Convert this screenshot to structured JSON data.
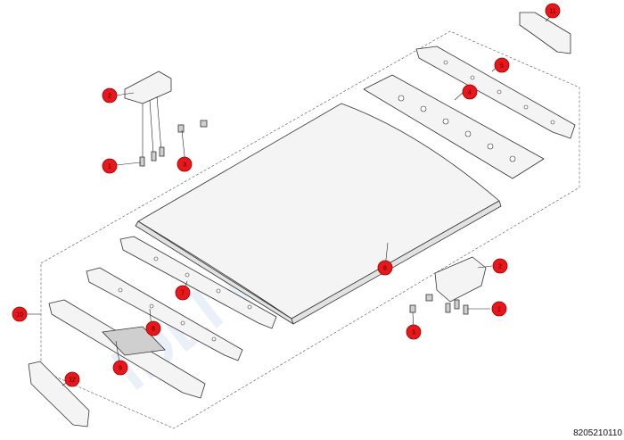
{
  "watermark": "IDLI PARTS",
  "reference_code": "8205210110",
  "callouts": [
    {
      "label": "1"
    },
    {
      "label": "2"
    },
    {
      "label": "3"
    },
    {
      "label": "4"
    },
    {
      "label": "5"
    },
    {
      "label": "6"
    },
    {
      "label": "7"
    },
    {
      "label": "8"
    },
    {
      "label": "9"
    },
    {
      "label": "10"
    },
    {
      "label": "11"
    },
    {
      "label": "12"
    },
    {
      "label": "1"
    },
    {
      "label": "2"
    },
    {
      "label": "3"
    }
  ],
  "colors": {
    "callout": "#e8171b",
    "watermark": "#d9e4f3"
  }
}
